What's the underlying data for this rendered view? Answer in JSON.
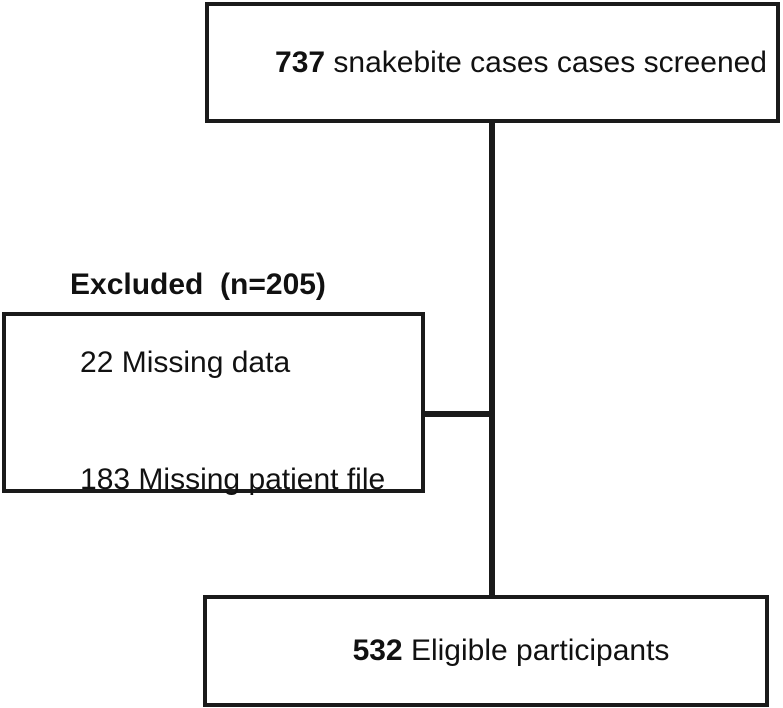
{
  "diagram": {
    "type": "flowchart",
    "title": "Study participant flow diagram",
    "background_color": "#ffffff",
    "line_color": "#1a1a1a",
    "text_color": "#111111",
    "nodes": [
      {
        "id": "screened",
        "role": "screened-box",
        "count": "737",
        "label": " snakebite cases cases screened",
        "full_text": "737 snakebite cases cases screened"
      },
      {
        "id": "excluded",
        "role": "excluded-box",
        "heading": "Excluded  (n=205)",
        "heading_count": "205",
        "reasons": [
          {
            "count": "22",
            "label": " Missing data",
            "full_text": "22 Missing data"
          },
          {
            "count": "183",
            "label": " Missing patient file",
            "full_text": "183 Missing patient file"
          }
        ]
      },
      {
        "id": "eligible",
        "role": "eligible-box",
        "count": "532",
        "label": " Eligible participants",
        "full_text": "532 Eligible participants"
      }
    ],
    "edges": [
      {
        "id": "screened-to-eligible",
        "from": "screened",
        "to": "eligible",
        "orientation": "vertical"
      },
      {
        "id": "main-to-excluded",
        "from": "screened-to-eligible",
        "to": "excluded",
        "orientation": "horizontal"
      }
    ]
  }
}
